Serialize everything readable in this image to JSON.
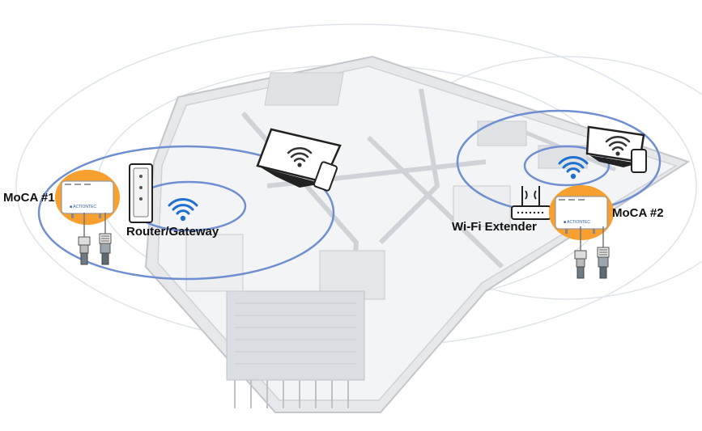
{
  "labels": {
    "moca1": "MoCA #1",
    "router": "Router/Gateway",
    "extender": "Wi-Fi Extender",
    "moca2": "MoCA #2"
  },
  "colors": {
    "ring": "#6f8fd0",
    "wifi": "#1f6fd1",
    "moca_highlight": "#f7a030",
    "floor": "#cfd3d8",
    "wall": "#eceef0"
  },
  "icons": [
    "wifi-icon",
    "router-icon",
    "tv-icon",
    "tablet-icon",
    "extender-icon",
    "moca-adapter-icon",
    "coax-connector-icon",
    "ethernet-connector-icon"
  ]
}
